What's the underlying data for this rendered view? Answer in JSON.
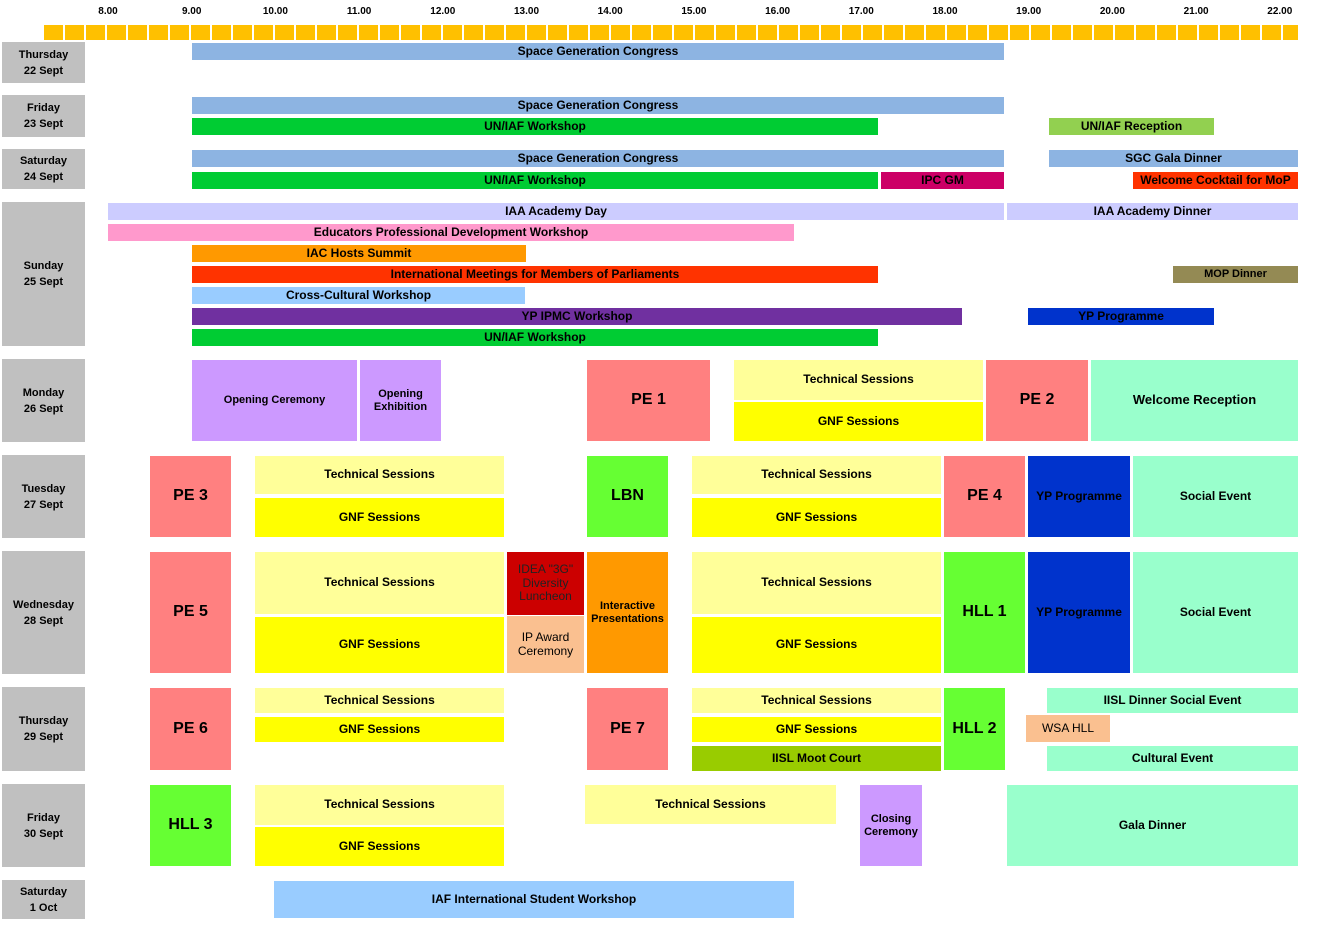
{
  "colors": {
    "header": "#ffc000",
    "day_label_bg": "#c0c0c0",
    "space_generation_congress": "#8db4e2",
    "un_iaf_workshop": "#00cc33",
    "un_iaf_reception": "#92d050",
    "ipc_gm": "#cc0066",
    "welcome_cocktail": "#ff3300",
    "iaa": "#ccccff",
    "educators": "#ff99cc",
    "iac_hosts": "#ff9900",
    "parliaments": "#ff3300",
    "mop_dinner": "#948a54",
    "cross_cultural": "#99ccff",
    "yp_ipmc": "#7030a0",
    "yp_programme": "#0033cc",
    "opening": "#cc99ff",
    "pe": "#ff8080",
    "technical": "#ffff99",
    "gnf": "#ffff00",
    "welcome_reception": "#99ffcc",
    "lbn_hll": "#66ff33",
    "idea": "#cc0000",
    "ip_award": "#fac090",
    "interactive": "#ff9900",
    "iisl_moot": "#99cc00"
  },
  "hours": [
    "8.00",
    "9.00",
    "10.00",
    "11.00",
    "12.00",
    "13.00",
    "14.00",
    "15.00",
    "16.00",
    "17.00",
    "18.00",
    "19.00",
    "20.00",
    "21.00",
    "22.00"
  ],
  "days": [
    {
      "name": "Thursday",
      "date": "22 Sept",
      "events": [
        {
          "label": "Space Generation Congress",
          "start": 9.0,
          "end": 18.5,
          "lane": 0,
          "color": "space_generation_congress"
        }
      ]
    },
    {
      "name": "Friday",
      "date": "23 Sept",
      "events": [
        {
          "label": "Space Generation Congress",
          "start": 9.0,
          "end": 18.5,
          "lane": 0,
          "color": "space_generation_congress"
        },
        {
          "label": "UN/IAF Workshop",
          "start": 9.0,
          "end": 17.0,
          "lane": 1,
          "color": "un_iaf_workshop"
        },
        {
          "label": "UN/IAF Reception",
          "start": 19.0,
          "end": 21.0,
          "lane": 1,
          "color": "un_iaf_reception"
        }
      ]
    },
    {
      "name": "Saturday",
      "date": "24 Sept",
      "events": [
        {
          "label": "Space Generation Congress",
          "start": 9.0,
          "end": 18.5,
          "lane": 0,
          "color": "space_generation_congress"
        },
        {
          "label": "SGC Gala Dinner",
          "start": 19.0,
          "end": 22.0,
          "lane": 0,
          "color": "space_generation_congress"
        },
        {
          "label": "UN/IAF Workshop",
          "start": 9.0,
          "end": 17.0,
          "lane": 1,
          "color": "un_iaf_workshop"
        },
        {
          "label": "IPC GM",
          "start": 17.0,
          "end": 18.5,
          "lane": 1,
          "color": "ipc_gm"
        },
        {
          "label": "Welcome Cocktail for MoP",
          "start": 20.0,
          "end": 22.0,
          "lane": 1,
          "color": "welcome_cocktail"
        }
      ]
    },
    {
      "name": "Sunday",
      "date": "25 Sept",
      "events": [
        {
          "label": "IAA Academy Day",
          "start": 8.0,
          "end": 18.5,
          "lane": 0,
          "color": "iaa"
        },
        {
          "label": "IAA Academy Dinner",
          "start": 18.5,
          "end": 22.0,
          "lane": 0,
          "color": "iaa"
        },
        {
          "label": "Educators Professional Development Workshop",
          "start": 8.0,
          "end": 16.0,
          "lane": 1,
          "color": "educators"
        },
        {
          "label": "IAC Hosts Summit",
          "start": 9.0,
          "end": 13.0,
          "lane": 2,
          "color": "iac_hosts"
        },
        {
          "label": "International Meetings for Members of Parliaments",
          "start": 9.0,
          "end": 17.0,
          "lane": 3,
          "color": "parliaments"
        },
        {
          "label": "MOP Dinner",
          "start": 20.5,
          "end": 22.0,
          "lane": 3,
          "color": "mop_dinner"
        },
        {
          "label": "Cross-Cultural Workshop",
          "start": 9.0,
          "end": 13.0,
          "lane": 4,
          "color": "cross_cultural"
        },
        {
          "label": "YP IPMC Workshop",
          "start": 9.0,
          "end": 18.0,
          "lane": 5,
          "color": "yp_ipmc"
        },
        {
          "label": "YP Programme",
          "start": 18.75,
          "end": 21.0,
          "lane": 5,
          "color": "yp_programme"
        },
        {
          "label": "UN/IAF Workshop",
          "start": 9.0,
          "end": 17.0,
          "lane": 6,
          "color": "un_iaf_workshop"
        }
      ]
    },
    {
      "name": "Monday",
      "date": "26 Sept",
      "events": [
        {
          "label": "Opening Ceremony",
          "start": 9.0,
          "end": 11.0,
          "lane": 0,
          "color": "opening"
        },
        {
          "label": "Opening Exhibition",
          "start": 11.0,
          "end": 12.0,
          "lane": 0,
          "color": "opening"
        },
        {
          "label": "PE 1",
          "start": 13.75,
          "end": 15.25,
          "lane": 0,
          "color": "pe"
        },
        {
          "label": "Technical Sessions",
          "start": 15.5,
          "end": 18.25,
          "lane": 0,
          "color": "technical"
        },
        {
          "label": "GNF Sessions",
          "start": 15.5,
          "end": 18.25,
          "lane": 0,
          "color": "gnf"
        },
        {
          "label": "PE 2",
          "start": 18.25,
          "end": 19.5,
          "lane": 0,
          "color": "pe"
        },
        {
          "label": "Welcome Reception",
          "start": 19.5,
          "end": 22.0,
          "lane": 0,
          "color": "welcome_reception"
        }
      ]
    },
    {
      "name": "Tuesday",
      "date": "27 Sept",
      "events": [
        {
          "label": "PE 3",
          "start": 8.5,
          "end": 9.5,
          "lane": 0,
          "color": "pe"
        },
        {
          "label": "Technical Sessions",
          "start": 9.75,
          "end": 12.75,
          "lane": 0,
          "color": "technical"
        },
        {
          "label": "GNF Sessions",
          "start": 9.75,
          "end": 12.75,
          "lane": 0,
          "color": "gnf"
        },
        {
          "label": "LBN",
          "start": 13.75,
          "end": 14.75,
          "lane": 0,
          "color": "lbn_hll"
        },
        {
          "label": "Technical Sessions",
          "start": 15.0,
          "end": 18.0,
          "lane": 0,
          "color": "technical"
        },
        {
          "label": "GNF Sessions",
          "start": 15.0,
          "end": 18.0,
          "lane": 0,
          "color": "gnf"
        },
        {
          "label": "PE 4",
          "start": 18.0,
          "end": 19.0,
          "lane": 0,
          "color": "pe"
        },
        {
          "label": "YP Programme",
          "start": 19.0,
          "end": 20.25,
          "lane": 0,
          "color": "yp_programme"
        },
        {
          "label": "Social Event",
          "start": 20.25,
          "end": 22.0,
          "lane": 0,
          "color": "welcome_reception"
        }
      ]
    },
    {
      "name": "Wednesday",
      "date": "28 Sept",
      "events": [
        {
          "label": "PE 5",
          "start": 8.5,
          "end": 9.5,
          "lane": 0,
          "color": "pe"
        },
        {
          "label": "Technical Sessions",
          "start": 9.75,
          "end": 12.75,
          "lane": 0,
          "color": "technical"
        },
        {
          "label": "GNF Sessions",
          "start": 9.75,
          "end": 12.75,
          "lane": 0,
          "color": "gnf"
        },
        {
          "label": "IDEA \"3G\" Diversity Luncheon",
          "start": 12.75,
          "end": 13.75,
          "lane": 0,
          "color": "idea"
        },
        {
          "label": "IP Award Ceremony",
          "start": 12.75,
          "end": 13.75,
          "lane": 0,
          "color": "ip_award"
        },
        {
          "label": "Interactive Presentations",
          "start": 13.75,
          "end": 14.75,
          "lane": 0,
          "color": "interactive"
        },
        {
          "label": "Technical Sessions",
          "start": 15.0,
          "end": 18.0,
          "lane": 0,
          "color": "technical"
        },
        {
          "label": "GNF Sessions",
          "start": 15.0,
          "end": 18.0,
          "lane": 0,
          "color": "gnf"
        },
        {
          "label": "HLL 1",
          "start": 18.0,
          "end": 19.0,
          "lane": 0,
          "color": "lbn_hll"
        },
        {
          "label": "YP Programme",
          "start": 19.0,
          "end": 20.25,
          "lane": 0,
          "color": "yp_programme"
        },
        {
          "label": "Social Event",
          "start": 20.25,
          "end": 22.0,
          "lane": 0,
          "color": "welcome_reception"
        }
      ]
    },
    {
      "name": "Thursday",
      "date": "29 Sept",
      "events": [
        {
          "label": "PE 6",
          "start": 8.5,
          "end": 9.5,
          "lane": 0,
          "color": "pe"
        },
        {
          "label": "Technical Sessions",
          "start": 9.75,
          "end": 12.75,
          "lane": 0,
          "color": "technical"
        },
        {
          "label": "GNF Sessions",
          "start": 9.75,
          "end": 12.75,
          "lane": 1,
          "color": "gnf"
        },
        {
          "label": "PE 7",
          "start": 13.75,
          "end": 14.75,
          "lane": 0,
          "color": "pe"
        },
        {
          "label": "Technical Sessions",
          "start": 15.0,
          "end": 18.0,
          "lane": 0,
          "color": "technical"
        },
        {
          "label": "GNF Sessions",
          "start": 15.0,
          "end": 18.0,
          "lane": 1,
          "color": "gnf"
        },
        {
          "label": "IISL  Moot Court",
          "start": 15.0,
          "end": 18.0,
          "lane": 2,
          "color": "iisl_moot"
        },
        {
          "label": "HLL 2",
          "start": 18.0,
          "end": 18.75,
          "lane": 0,
          "color": "lbn_hll"
        },
        {
          "label": "IISL Dinner Social Event",
          "start": 19.0,
          "end": 22.0,
          "lane": 0,
          "color": "welcome_reception"
        },
        {
          "label": "WSA HLL",
          "start": 18.75,
          "end": 19.75,
          "lane": 1,
          "color": "ip_award"
        },
        {
          "label": "Cultural Event",
          "start": 19.0,
          "end": 22.0,
          "lane": 2,
          "color": "welcome_reception"
        }
      ]
    },
    {
      "name": "Friday",
      "date": "30 Sept",
      "events": [
        {
          "label": "HLL 3",
          "start": 8.5,
          "end": 9.5,
          "lane": 0,
          "color": "lbn_hll"
        },
        {
          "label": "Technical Sessions",
          "start": 9.75,
          "end": 12.75,
          "lane": 0,
          "color": "technical"
        },
        {
          "label": "GNF Sessions",
          "start": 9.75,
          "end": 12.75,
          "lane": 0,
          "color": "gnf"
        },
        {
          "label": "Technical Sessions",
          "start": 13.75,
          "end": 16.5,
          "lane": 0,
          "color": "technical"
        },
        {
          "label": "Closing Ceremony",
          "start": 16.75,
          "end": 17.5,
          "lane": 0,
          "color": "opening"
        },
        {
          "label": "Gala Dinner",
          "start": 18.5,
          "end": 22.0,
          "lane": 0,
          "color": "welcome_reception"
        }
      ]
    },
    {
      "name": "Saturday",
      "date": "1 Oct",
      "events": [
        {
          "label": "IAF International Student Workshop",
          "start": 10.0,
          "end": 16.0,
          "lane": 0,
          "color": "cross_cultural"
        }
      ]
    }
  ]
}
